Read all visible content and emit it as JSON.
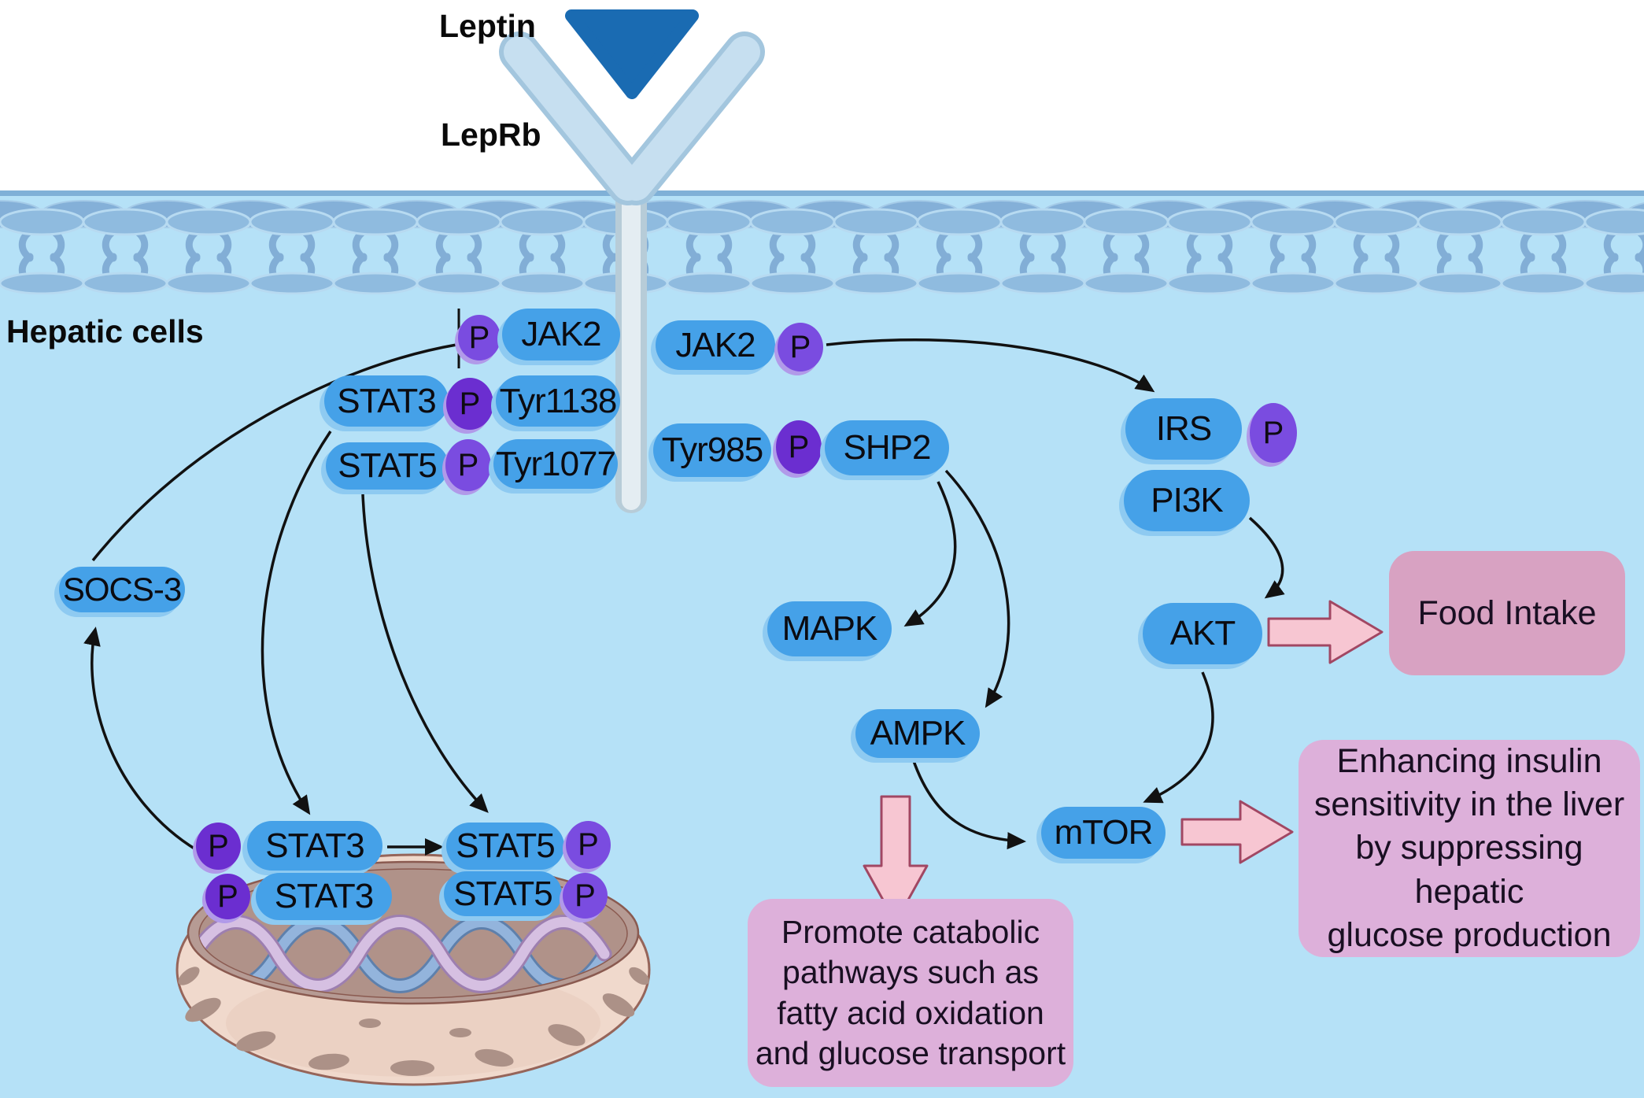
{
  "labels": {
    "leptin": "Leptin",
    "receptor": "LepRb",
    "cell_type": "Hepatic cells",
    "phospho": "P"
  },
  "molecules": {
    "jak2": "JAK2",
    "stat3": "STAT3",
    "stat5": "STAT5",
    "tyr1138": "Tyr1138",
    "tyr1077": "Tyr1077",
    "tyr985": "Tyr985",
    "shp2": "SHP2",
    "irs": "IRS",
    "pi3k": "PI3K",
    "socs3": "SOCS-3",
    "mapk": "MAPK",
    "akt": "AKT",
    "ampk": "AMPK",
    "mtor": "mTOR"
  },
  "outcomes": {
    "food_intake": "Food Intake",
    "insulin_sensitivity": "Enhancing insulin\nsensitivity in the liver\nby suppressing hepatic\nglucose production",
    "catabolic": "Promote catabolic\npathways such as\nfatty acid oxidation\nand glucose transport"
  },
  "edges": [
    {
      "from": "SOCS-3",
      "to": "JAK2",
      "type": "inhibits"
    },
    {
      "from": "STAT3",
      "to": "nuclear STAT3",
      "type": "translocates"
    },
    {
      "from": "STAT5",
      "to": "nuclear STAT5",
      "type": "translocates"
    },
    {
      "from": "nuclear STAT3",
      "to": "SOCS-3",
      "type": "induces"
    },
    {
      "from": "nuclear STAT3",
      "to": "nuclear STAT5",
      "type": "arrow"
    },
    {
      "from": "JAK2",
      "to": "IRS",
      "type": "activates"
    },
    {
      "from": "SHP2",
      "to": "MAPK",
      "type": "activates"
    },
    {
      "from": "SHP2",
      "to": "AMPK",
      "type": "activates"
    },
    {
      "from": "AMPK",
      "to": "mTOR",
      "type": "activates"
    },
    {
      "from": "PI3K",
      "to": "AKT",
      "type": "activates"
    },
    {
      "from": "AKT",
      "to": "mTOR",
      "type": "activates"
    },
    {
      "from": "AKT",
      "to": "Food Intake",
      "type": "block-arrow"
    },
    {
      "from": "AMPK",
      "to": "Promote catabolic pathways",
      "type": "block-arrow"
    },
    {
      "from": "mTOR",
      "to": "Enhancing insulin sensitivity",
      "type": "block-arrow"
    }
  ],
  "colors": {
    "background": "#b5e1f7",
    "membrane_head": "#8fbbdf",
    "pill_blue": "#45a1e8",
    "pill_shadow": "#8ecaf1",
    "phospho_purple": "#7a4ce0",
    "phospho_purple_dark": "#6b2ed0",
    "leptin_triangle": "#1a6bb2",
    "receptor_body": "#c6dff0",
    "nucleus_shell": "#f0d9cc",
    "nucleus_interior": "#b69b94",
    "outcome_pink": "#ddb0da",
    "food_pink": "#d8a2c2",
    "block_arrow_pink": "#f7c6d2",
    "block_arrow_border": "#a14763",
    "arrow_black": "#111111"
  }
}
